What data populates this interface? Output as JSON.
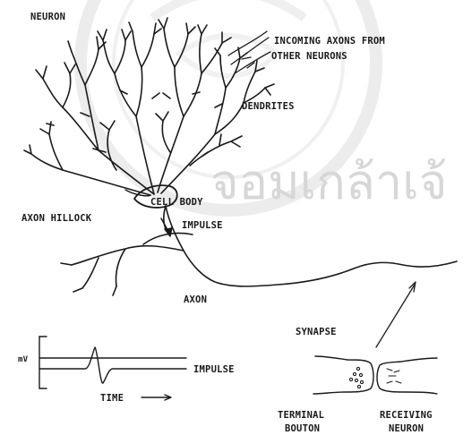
{
  "figure": {
    "title": "NEURON",
    "labels": {
      "incoming_axons_line1": "INCOMING AXONS FROM",
      "incoming_axons_line2": "OTHER NEURONS",
      "dendrites": "DENDRITES",
      "cell_body": "CELL BODY",
      "axon_hillock": "AXON HILLOCK",
      "impulse_arrow": "IMPULSE",
      "axon": "AXON",
      "synapse": "SYNAPSE",
      "terminal_bouton_line1": "TERMINAL",
      "terminal_bouton_line2": "BOUTON",
      "receiving_neuron_line1": "RECEIVING",
      "receiving_neuron_line2": "NEURON"
    },
    "graph": {
      "y_unit": "mV",
      "trace_label": "IMPULSE",
      "x_label": "TIME"
    },
    "watermark": {
      "text": "จอมเกล้าเจ้"
    }
  }
}
